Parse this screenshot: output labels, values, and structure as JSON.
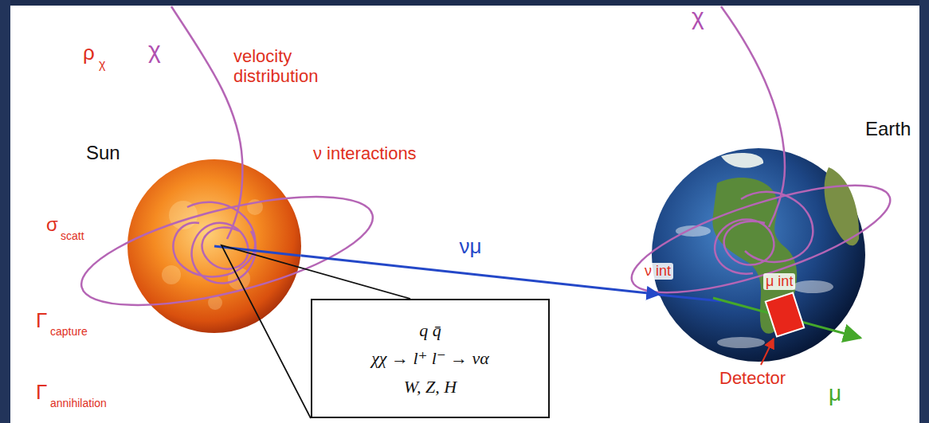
{
  "diagram": {
    "nodes": [
      {
        "text": [
          "Sun"
        ]
      },
      {
        "text": [
          "Earth"
        ]
      },
      {
        "text": [
          "q q̄",
          "χχ → l⁺ l⁻ → να",
          "W, Z, H"
        ]
      }
    ],
    "edges": [
      {
        "from": 0,
        "to": 1,
        "arrow": "to",
        "label": "νμ"
      },
      {
        "from": 2,
        "to": 0,
        "arrow": "none"
      }
    ],
    "labels": [
      "ρ",
      "χ",
      "χ",
      "velocity distribution",
      "ν interactions",
      "σ",
      "scatt",
      "Γ",
      "capture",
      "Γ",
      "annihilation",
      "χ",
      "ν int",
      "μ int",
      "Detector",
      "μ"
    ]
  }
}
